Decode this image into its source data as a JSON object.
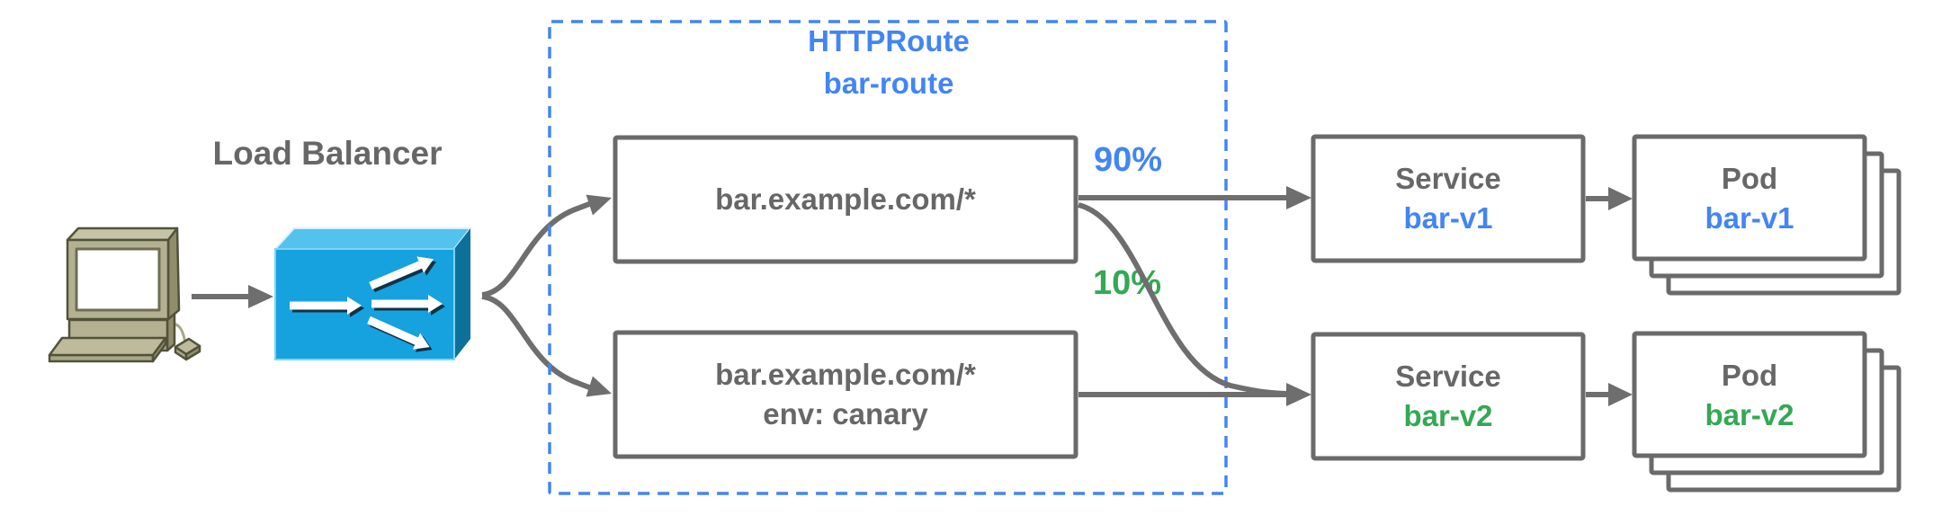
{
  "load_balancer": {
    "label": "Load Balancer"
  },
  "httproute": {
    "title": "HTTPRoute",
    "name": "bar-route"
  },
  "rules": [
    {
      "match": "bar.example.com/*"
    },
    {
      "match": "bar.example.com/*",
      "header": "env: canary"
    }
  ],
  "weights": {
    "primary": "90%",
    "canary": "10%"
  },
  "services": [
    {
      "kind": "Service",
      "name": "bar-v1"
    },
    {
      "kind": "Service",
      "name": "bar-v2"
    }
  ],
  "pods": [
    {
      "kind": "Pod",
      "name": "bar-v1"
    },
    {
      "kind": "Pod",
      "name": "bar-v2"
    }
  ],
  "colors": {
    "blue": "#4285F4",
    "green": "#34A853",
    "gray": "#676767",
    "lb_front": "#16A1DF",
    "lb_top": "#54C2EF",
    "lb_side": "#0D7098"
  }
}
